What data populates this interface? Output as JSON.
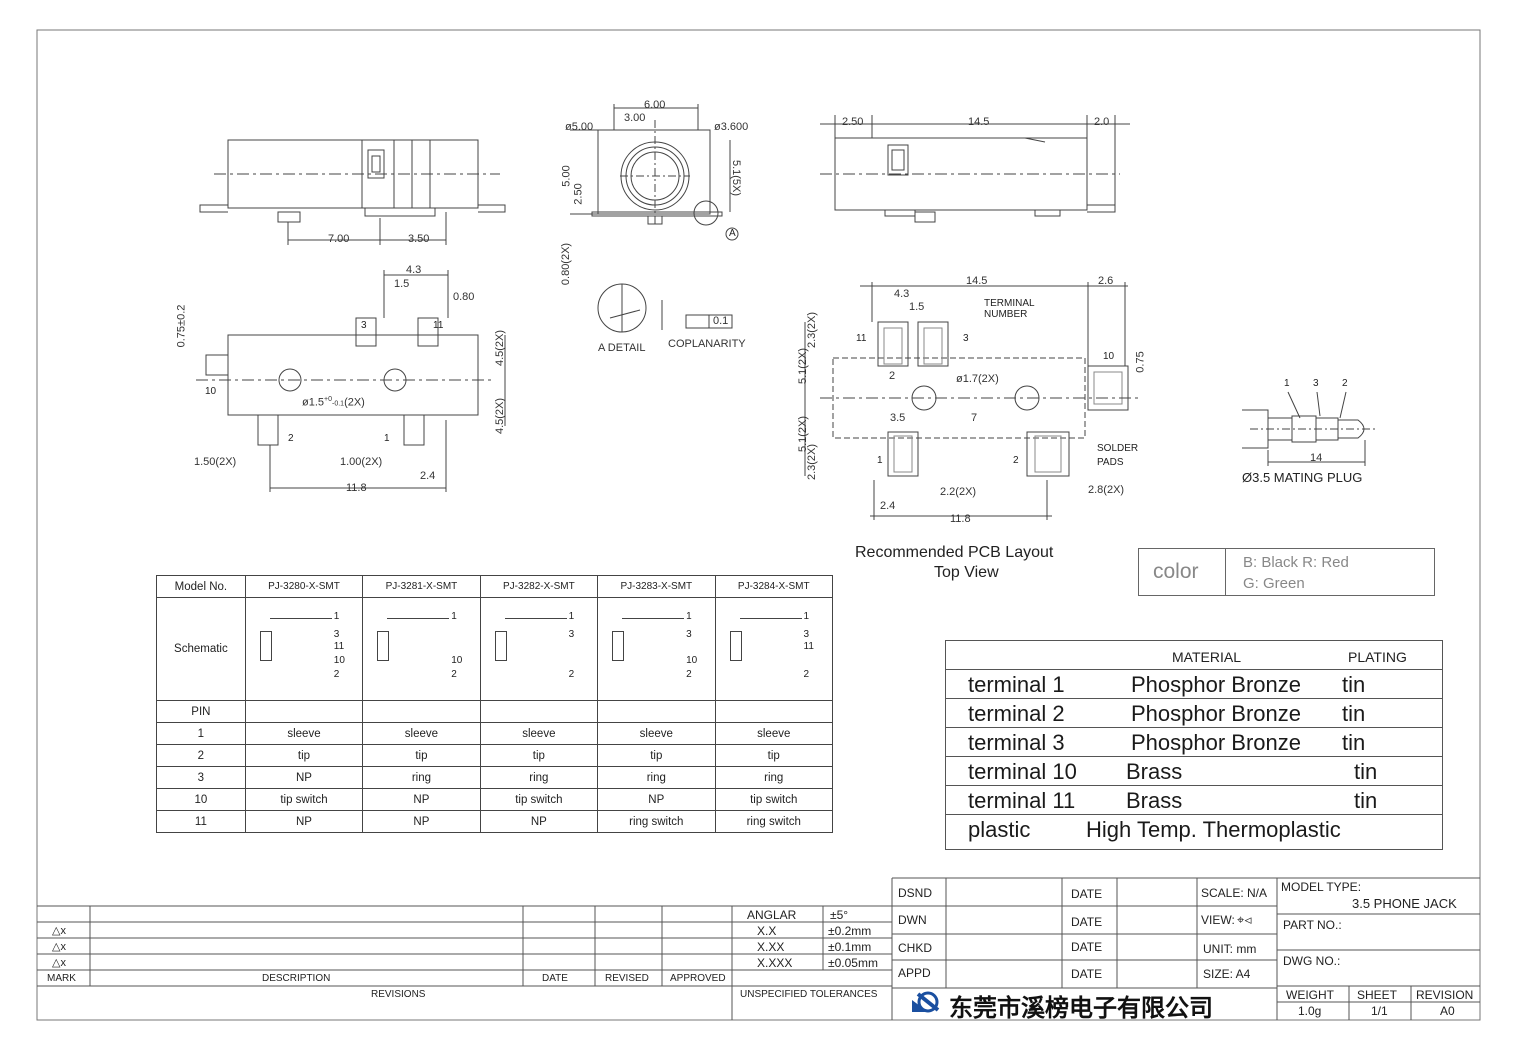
{
  "drawing": {
    "side_view": {
      "dims": [
        "7.00",
        "3.50"
      ]
    },
    "front_view": {
      "dims": [
        "6.00",
        "ø5.00",
        "3.00",
        "ø3.600",
        "5.00",
        "2.50",
        "5.1(5X)",
        "0.80(2X)"
      ],
      "callout": "A"
    },
    "rear_view": {
      "dims": [
        "2.50",
        "14.5",
        "2.0"
      ]
    },
    "bottom_view": {
      "dims": [
        "4.3",
        "1.5",
        "0.80",
        "0.75±0.2",
        "4.5(2X)",
        "4.5(2X)",
        "ø1.5",
        "+0",
        "-0.1",
        "(2X)",
        "1.50(2X)",
        "1.00(2X)",
        "2.4",
        "11.8"
      ],
      "pins": [
        "3",
        "11",
        "10",
        "2",
        "1"
      ]
    },
    "detail": {
      "label": "A DETAIL",
      "coplanarity": "COPLANARITY",
      "coplanarity_value": "0.1"
    },
    "pcb": {
      "dims_top": [
        "14.5",
        "2.6",
        "4.3",
        "1.5"
      ],
      "terminal_number": [
        "TERMINAL",
        "NUMBER"
      ],
      "dims_left": [
        "2.3(2X)",
        "5.1(2X)",
        "5.1(2X)",
        "2.3(2X)"
      ],
      "mid": [
        "2",
        "ø1.7(2X)",
        "3.5",
        "7",
        "0.75"
      ],
      "solder_pads": [
        "SOLDER",
        "PADS"
      ],
      "dims_bottom": [
        "2.2(2X)",
        "2.8(2X)",
        "2.4",
        "11.8"
      ],
      "pins": [
        "11",
        "3",
        "10",
        "1",
        "2"
      ],
      "caption_line1": "Recommended PCB Layout",
      "caption_line2": "Top View"
    },
    "plug": {
      "pins": [
        "1",
        "3",
        "2"
      ],
      "dim": "14",
      "caption": "Ø3.5 MATING PLUG"
    }
  },
  "color_box": {
    "label": "color",
    "line1": "B: Black  R:  Red",
    "line2": "G: Green"
  },
  "schematic_table": {
    "header_label": "Model No.",
    "models": [
      "PJ-3280-X-SMT",
      "PJ-3281-X-SMT",
      "PJ-3282-X-SMT",
      "PJ-3283-X-SMT",
      "PJ-3284-X-SMT"
    ],
    "schematic_label": "Schematic",
    "pin_label": "PIN",
    "rows": [
      {
        "pin": "1",
        "vals": [
          "sleeve",
          "sleeve",
          "sleeve",
          "sleeve",
          "sleeve"
        ]
      },
      {
        "pin": "2",
        "vals": [
          "tip",
          "tip",
          "tip",
          "tip",
          "tip"
        ]
      },
      {
        "pin": "3",
        "vals": [
          "NP",
          "ring",
          "ring",
          "ring",
          "ring"
        ]
      },
      {
        "pin": "10",
        "vals": [
          "tip switch",
          "NP",
          "tip switch",
          "NP",
          "tip switch"
        ]
      },
      {
        "pin": "11",
        "vals": [
          "NP",
          "NP",
          "NP",
          "ring switch",
          "ring switch"
        ]
      }
    ],
    "schematic_pins": [
      [
        "1",
        "3",
        "11",
        "10",
        "2"
      ],
      [
        "1",
        "10",
        "2"
      ],
      [
        "1",
        "3",
        "2"
      ],
      [
        "1",
        "3",
        "10",
        "2"
      ],
      [
        "1",
        "3",
        "11",
        "2"
      ]
    ]
  },
  "material_table": {
    "headers": {
      "material": "MATERIAL",
      "plating": "PLATING"
    },
    "rows": [
      {
        "part": "terminal 1",
        "material": "Phosphor Bronze",
        "plating": "tin"
      },
      {
        "part": "terminal 2",
        "material": "Phosphor Bronze",
        "plating": "tin"
      },
      {
        "part": "terminal 3",
        "material": "Phosphor Bronze",
        "plating": "tin"
      },
      {
        "part": "terminal 10",
        "material": "Brass",
        "plating": "tin"
      },
      {
        "part": "terminal 11",
        "material": "Brass",
        "plating": "tin"
      },
      {
        "part": "plastic",
        "material": "High Temp. Thermoplastic",
        "plating": ""
      }
    ]
  },
  "title_block": {
    "revisions": {
      "mark_rows": [
        "△x",
        "△x",
        "△x"
      ],
      "mark": "MARK",
      "description": "DESCRIPTION",
      "date": "DATE",
      "revised": "REVISED",
      "approved": "APPROVED",
      "footer": "REVISIONS"
    },
    "tolerances": {
      "rows": [
        {
          "label": "ANGLAR",
          "value": "±5°"
        },
        {
          "label": "X.X",
          "value": "±0.2mm"
        },
        {
          "label": "X.XX",
          "value": "±0.1mm"
        },
        {
          "label": "X.XXX",
          "value": "±0.05mm"
        }
      ],
      "footer": "UNSPECIFIED TOLERANCES"
    },
    "signoffs": [
      "DSND",
      "DWN",
      "CHKD",
      "APPD"
    ],
    "date_label": "DATE",
    "scale": "SCALE: N/A",
    "view": "VIEW:",
    "unit": "UNIT: mm",
    "size": "SIZE: A4",
    "model_type_label": "MODEL TYPE:",
    "model_type_value": "3.5 PHONE JACK",
    "part_no": "PART NO.:",
    "dwg_no": "DWG NO.:",
    "company": "东莞市溪榜电子有限公司",
    "weight_label": "WEIGHT",
    "weight": "1.0g",
    "sheet_label": "SHEET",
    "sheet": "1/1",
    "revision_label": "REVISION",
    "revision": "A0"
  }
}
